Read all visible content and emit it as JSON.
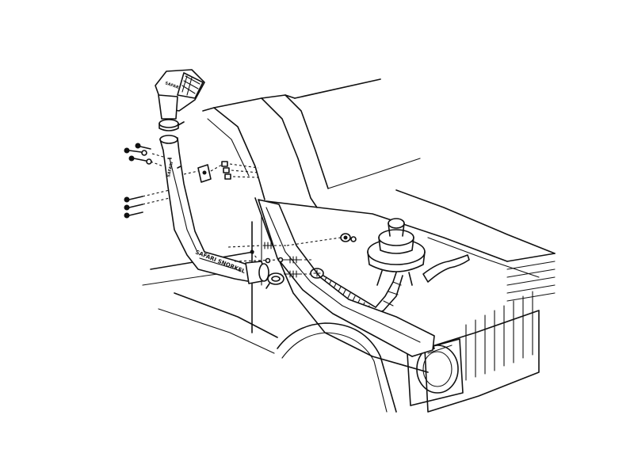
{
  "diagram": {
    "type": "exploded-line-drawing",
    "line_color": "#111111",
    "background": "#ffffff",
    "brand_marks": [
      "SAFARI",
      "SAFARI SNORKEL"
    ],
    "components": [
      "air-ram-head",
      "snorkel-body",
      "mounting-bolts-upper",
      "mounting-bolts-lower",
      "mounting-bracket",
      "mounting-nuts",
      "air-cleaner-housing",
      "flexible-hose",
      "hose-clamps",
      "fender-grommet",
      "rubber-seal-strip"
    ]
  }
}
